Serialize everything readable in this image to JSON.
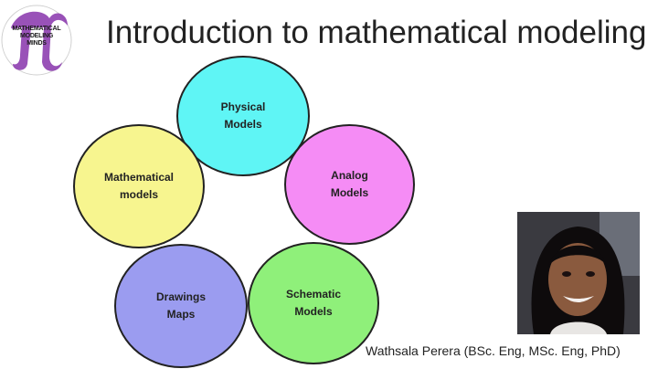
{
  "slide": {
    "title": "Introduction to mathematical modeling",
    "presenter": "Wathsala Perera (BSc. Eng, MSc. Eng, PhD)"
  },
  "logo": {
    "line1": "MATHEMATICAL",
    "line2": "MODELING",
    "line3": "MINDS",
    "accent": "#8e3fb0"
  },
  "diagram": {
    "nodes": [
      {
        "id": "physical",
        "label": "Physical\nModels",
        "color": "#5ff5f5"
      },
      {
        "id": "analog",
        "label": "Analog\nModels",
        "color": "#f58cf5"
      },
      {
        "id": "math",
        "label": "Mathematical\nmodels",
        "color": "#f7f58f"
      },
      {
        "id": "drawings",
        "label": "Drawings\nMaps",
        "color": "#9b9cf0"
      },
      {
        "id": "schematic",
        "label": "Schematic\nModels",
        "color": "#8ff07a"
      }
    ]
  }
}
